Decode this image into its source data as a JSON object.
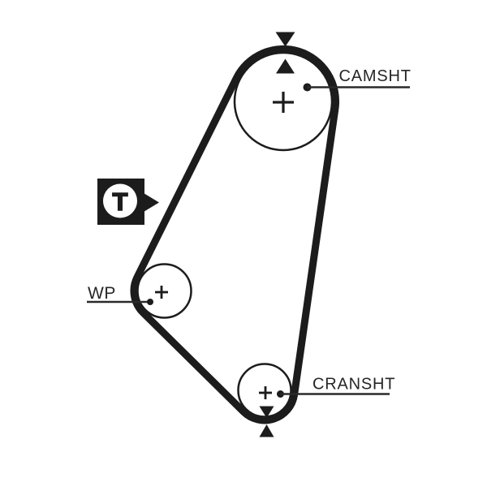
{
  "diagram": {
    "kind": "timing-belt-routing-diagram"
  },
  "colors": {
    "background": "#ffffff",
    "line": "#1c1c1c",
    "text": "#262626"
  },
  "labels": {
    "camshaft": "CAMSHT",
    "crankshaft": "CRANSHT",
    "water_pump": "WP",
    "tensioner": "T"
  },
  "icons": {
    "tensioner_pointer": "▶",
    "alignment_arrow_down": "▼",
    "alignment_arrow_up": "▲",
    "pulley_center_cross": "+",
    "leader_dot": "●"
  },
  "pulleys": [
    {
      "name": "camshaft-pulley",
      "label": "CAMSHT",
      "marks": [
        "+",
        "▼",
        "▲"
      ]
    },
    {
      "name": "water-pump-pulley",
      "label": "WP",
      "marks": [
        "+"
      ]
    },
    {
      "name": "crankshaft-pulley",
      "label": "CRANSHT",
      "marks": [
        "+",
        "▼",
        "▲"
      ]
    }
  ]
}
